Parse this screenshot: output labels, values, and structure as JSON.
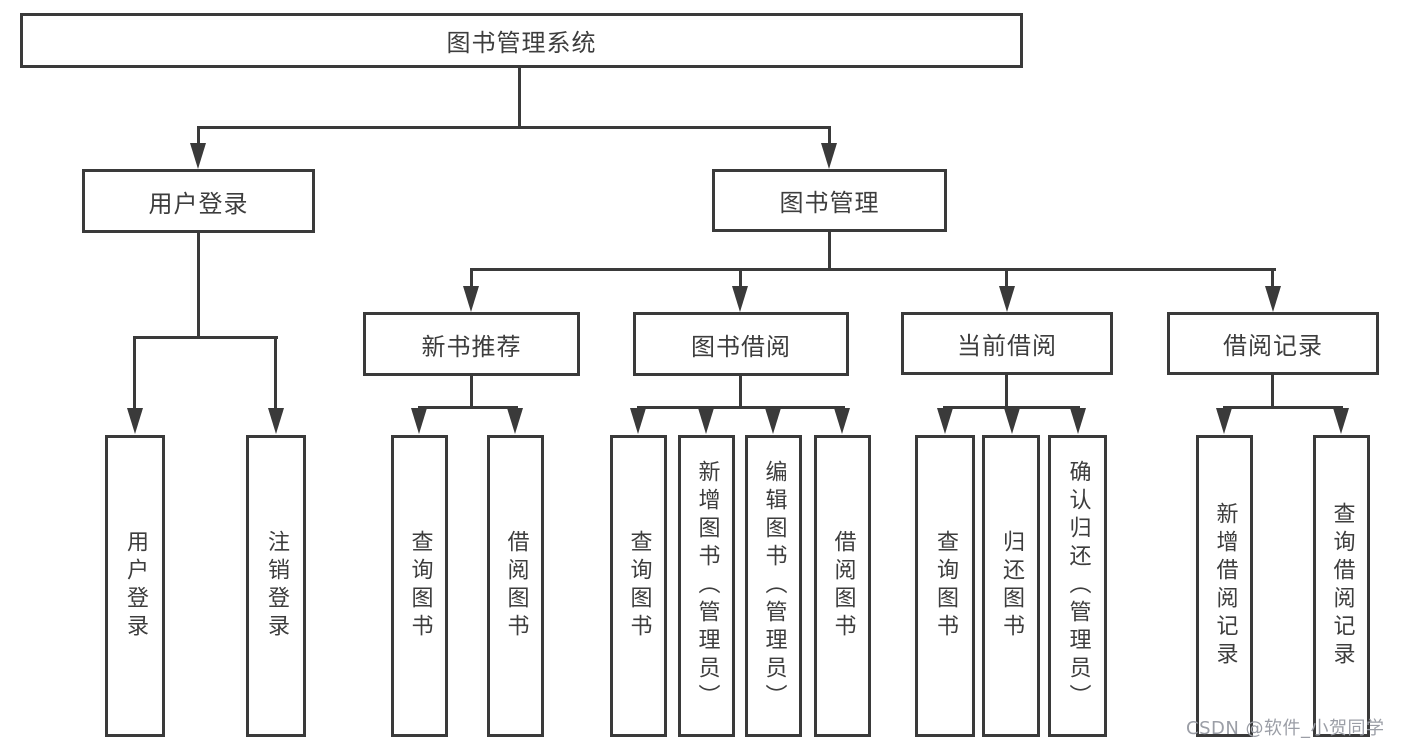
{
  "colors": {
    "line": "#3a3a3a",
    "box_border": "#3a3a3a",
    "text": "#3d3d3d",
    "watermark": "#9b9ea6",
    "background": "#ffffff"
  },
  "watermark": "CSDN @软件_小贺同学",
  "tree": {
    "root": {
      "label": "图书管理系统",
      "children": [
        {
          "label": "用户登录",
          "children": [
            {
              "label": "用户登录"
            },
            {
              "label": "注销登录"
            }
          ]
        },
        {
          "label": "图书管理",
          "children": [
            {
              "label": "新书推荐",
              "children": [
                {
                  "label": "查询图书"
                },
                {
                  "label": "借阅图书"
                }
              ]
            },
            {
              "label": "图书借阅",
              "children": [
                {
                  "label": "查询图书"
                },
                {
                  "label": "新增图书（管理员）"
                },
                {
                  "label": "编辑图书（管理员）"
                },
                {
                  "label": "借阅图书"
                }
              ]
            },
            {
              "label": "当前借阅",
              "children": [
                {
                  "label": "查询图书"
                },
                {
                  "label": "归还图书"
                },
                {
                  "label": "确认归还（管理员）"
                }
              ]
            },
            {
              "label": "借阅记录",
              "children": [
                {
                  "label": "新增借阅记录"
                },
                {
                  "label": "查询借阅记录"
                }
              ]
            }
          ]
        }
      ]
    }
  }
}
